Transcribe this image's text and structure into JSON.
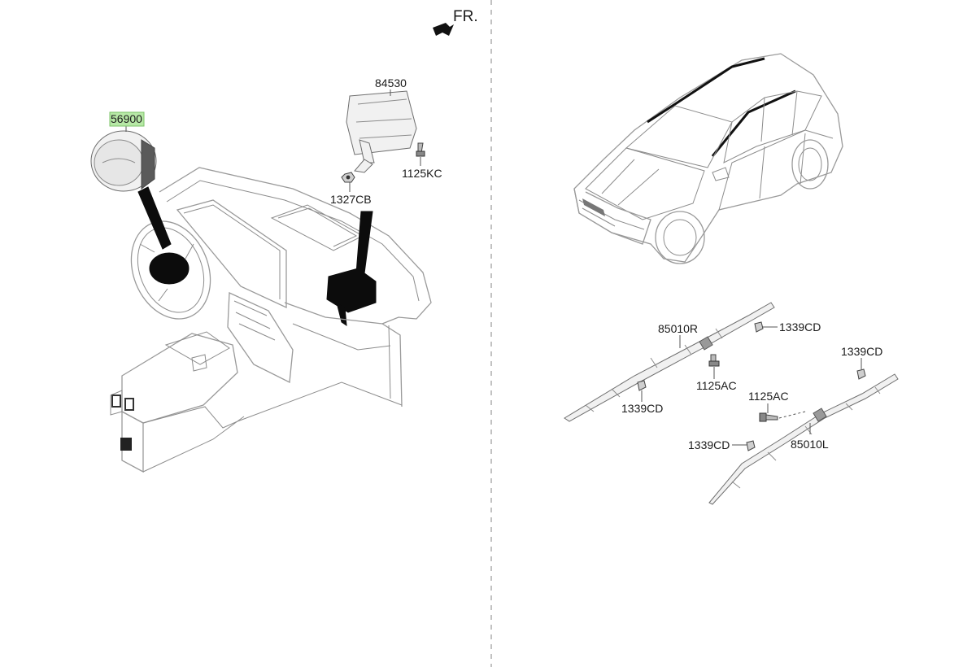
{
  "orientation_label": "FR.",
  "highlight_color": "#b7e8a6",
  "divider_color": "#a8a8a8",
  "parts": {
    "steering_airbag": "56900",
    "passenger_airbag": "84530",
    "nut_passenger": "1327CB",
    "bolt_passenger": "1125KC",
    "curtain_right": "85010R",
    "curtain_left": "85010L",
    "clip_r_top": "1339CD",
    "clip_r_bottom": "1339CD",
    "clip_l_top": "1339CD",
    "clip_l_side": "1339CD",
    "bolt_r": "1125AC",
    "bolt_l": "1125AC"
  }
}
